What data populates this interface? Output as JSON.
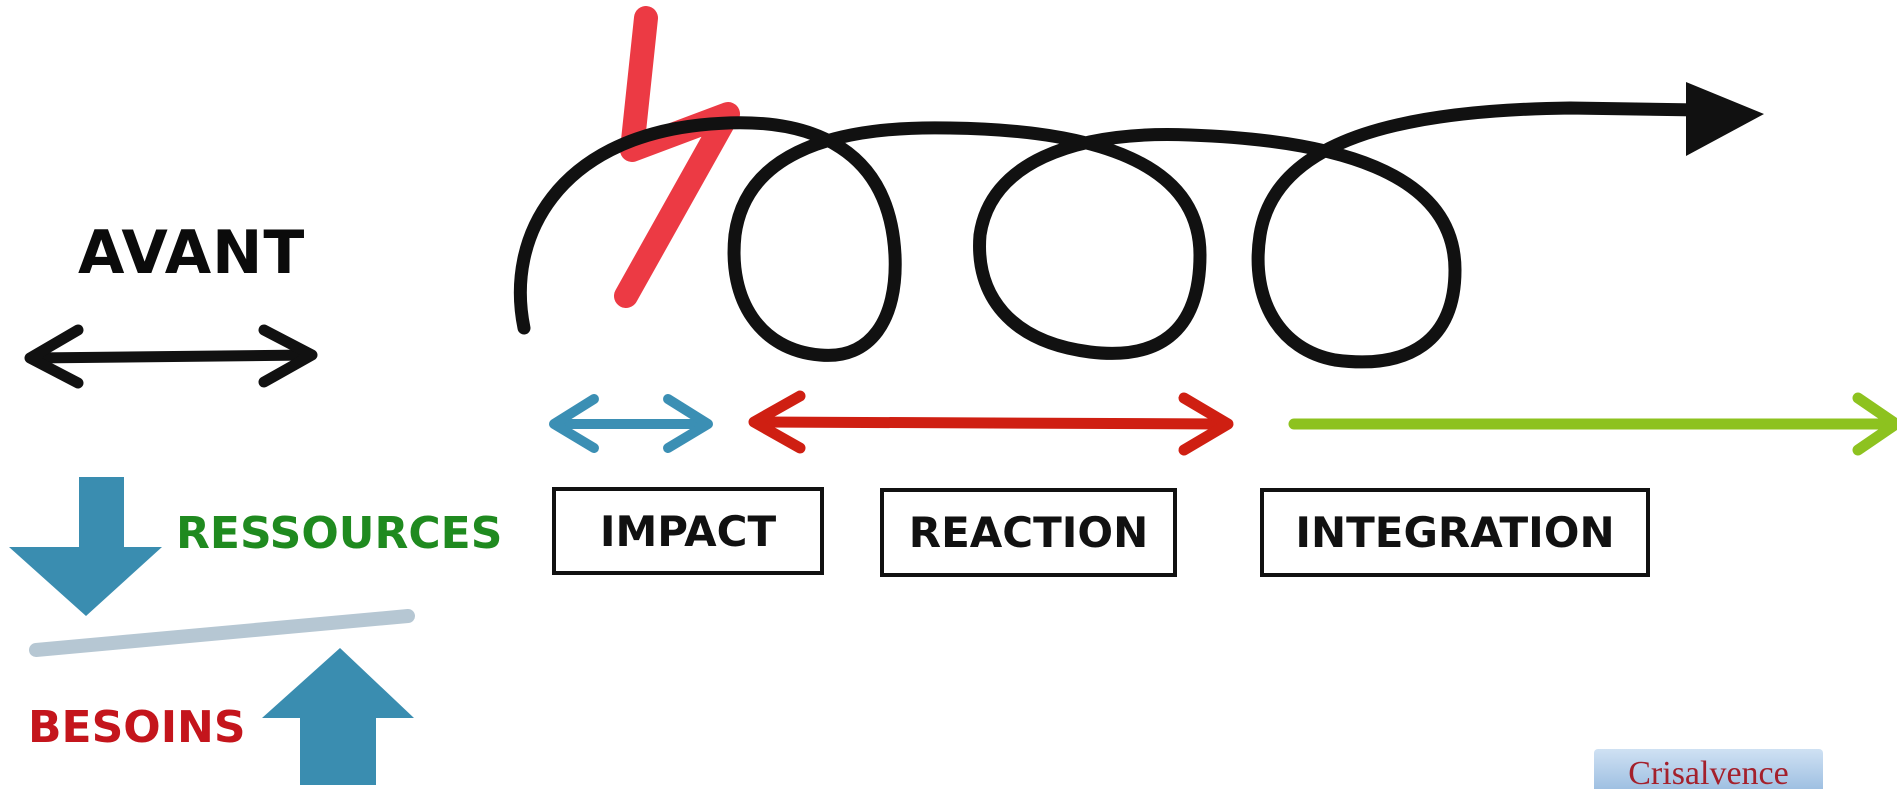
{
  "left_panel": {
    "avant_label": "AVANT",
    "ressources_label": "RESSOURCES",
    "besoins_label": "BESOINS"
  },
  "phases": [
    {
      "label": "IMPACT"
    },
    {
      "label": "REACTION"
    },
    {
      "label": "INTEGRATION"
    }
  ],
  "logo": {
    "text": "Crisalvence"
  },
  "colors": {
    "black": "#111111",
    "impact_arrow": "#3b8fb4",
    "reaction_arrow": "#cf1f12",
    "integration_arrow": "#8dc21f",
    "ressources_text": "#1f8a1f",
    "besoins_text": "#c4151c",
    "big_arrows": "#3a8db0",
    "balance_line": "#b6c7d3",
    "zigzag": "#ec3a44"
  }
}
